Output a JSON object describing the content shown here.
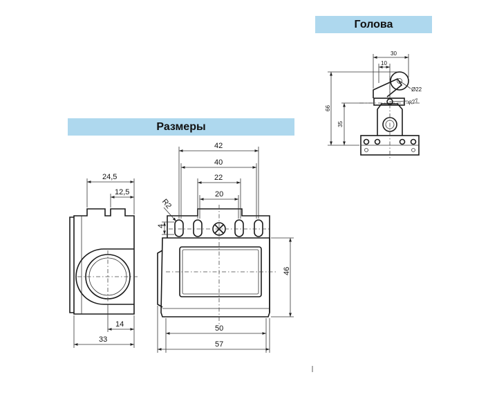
{
  "sections": {
    "dimensions_title": "Размеры",
    "head_title": "Голова"
  },
  "colors": {
    "banner_bg": "#aed8ee",
    "line": "#1a1a1a"
  },
  "side_view": {
    "dim_top_outer": "24,5",
    "dim_top_inner": "12,5",
    "dim_bottom_small": "14",
    "dim_bottom_total": "33"
  },
  "front_view": {
    "dim_42": "42",
    "dim_40": "40",
    "dim_22": "22",
    "dim_20": "20",
    "dim_r2": "R2",
    "dim_4": "4",
    "dim_46": "46",
    "dim_50": "50",
    "dim_57": "57"
  },
  "head_view": {
    "dim_30": "30",
    "dim_10": "10",
    "dim_66": "66",
    "dim_35": "35",
    "dim_d22": "Ø22",
    "dim_r27": "R27"
  }
}
